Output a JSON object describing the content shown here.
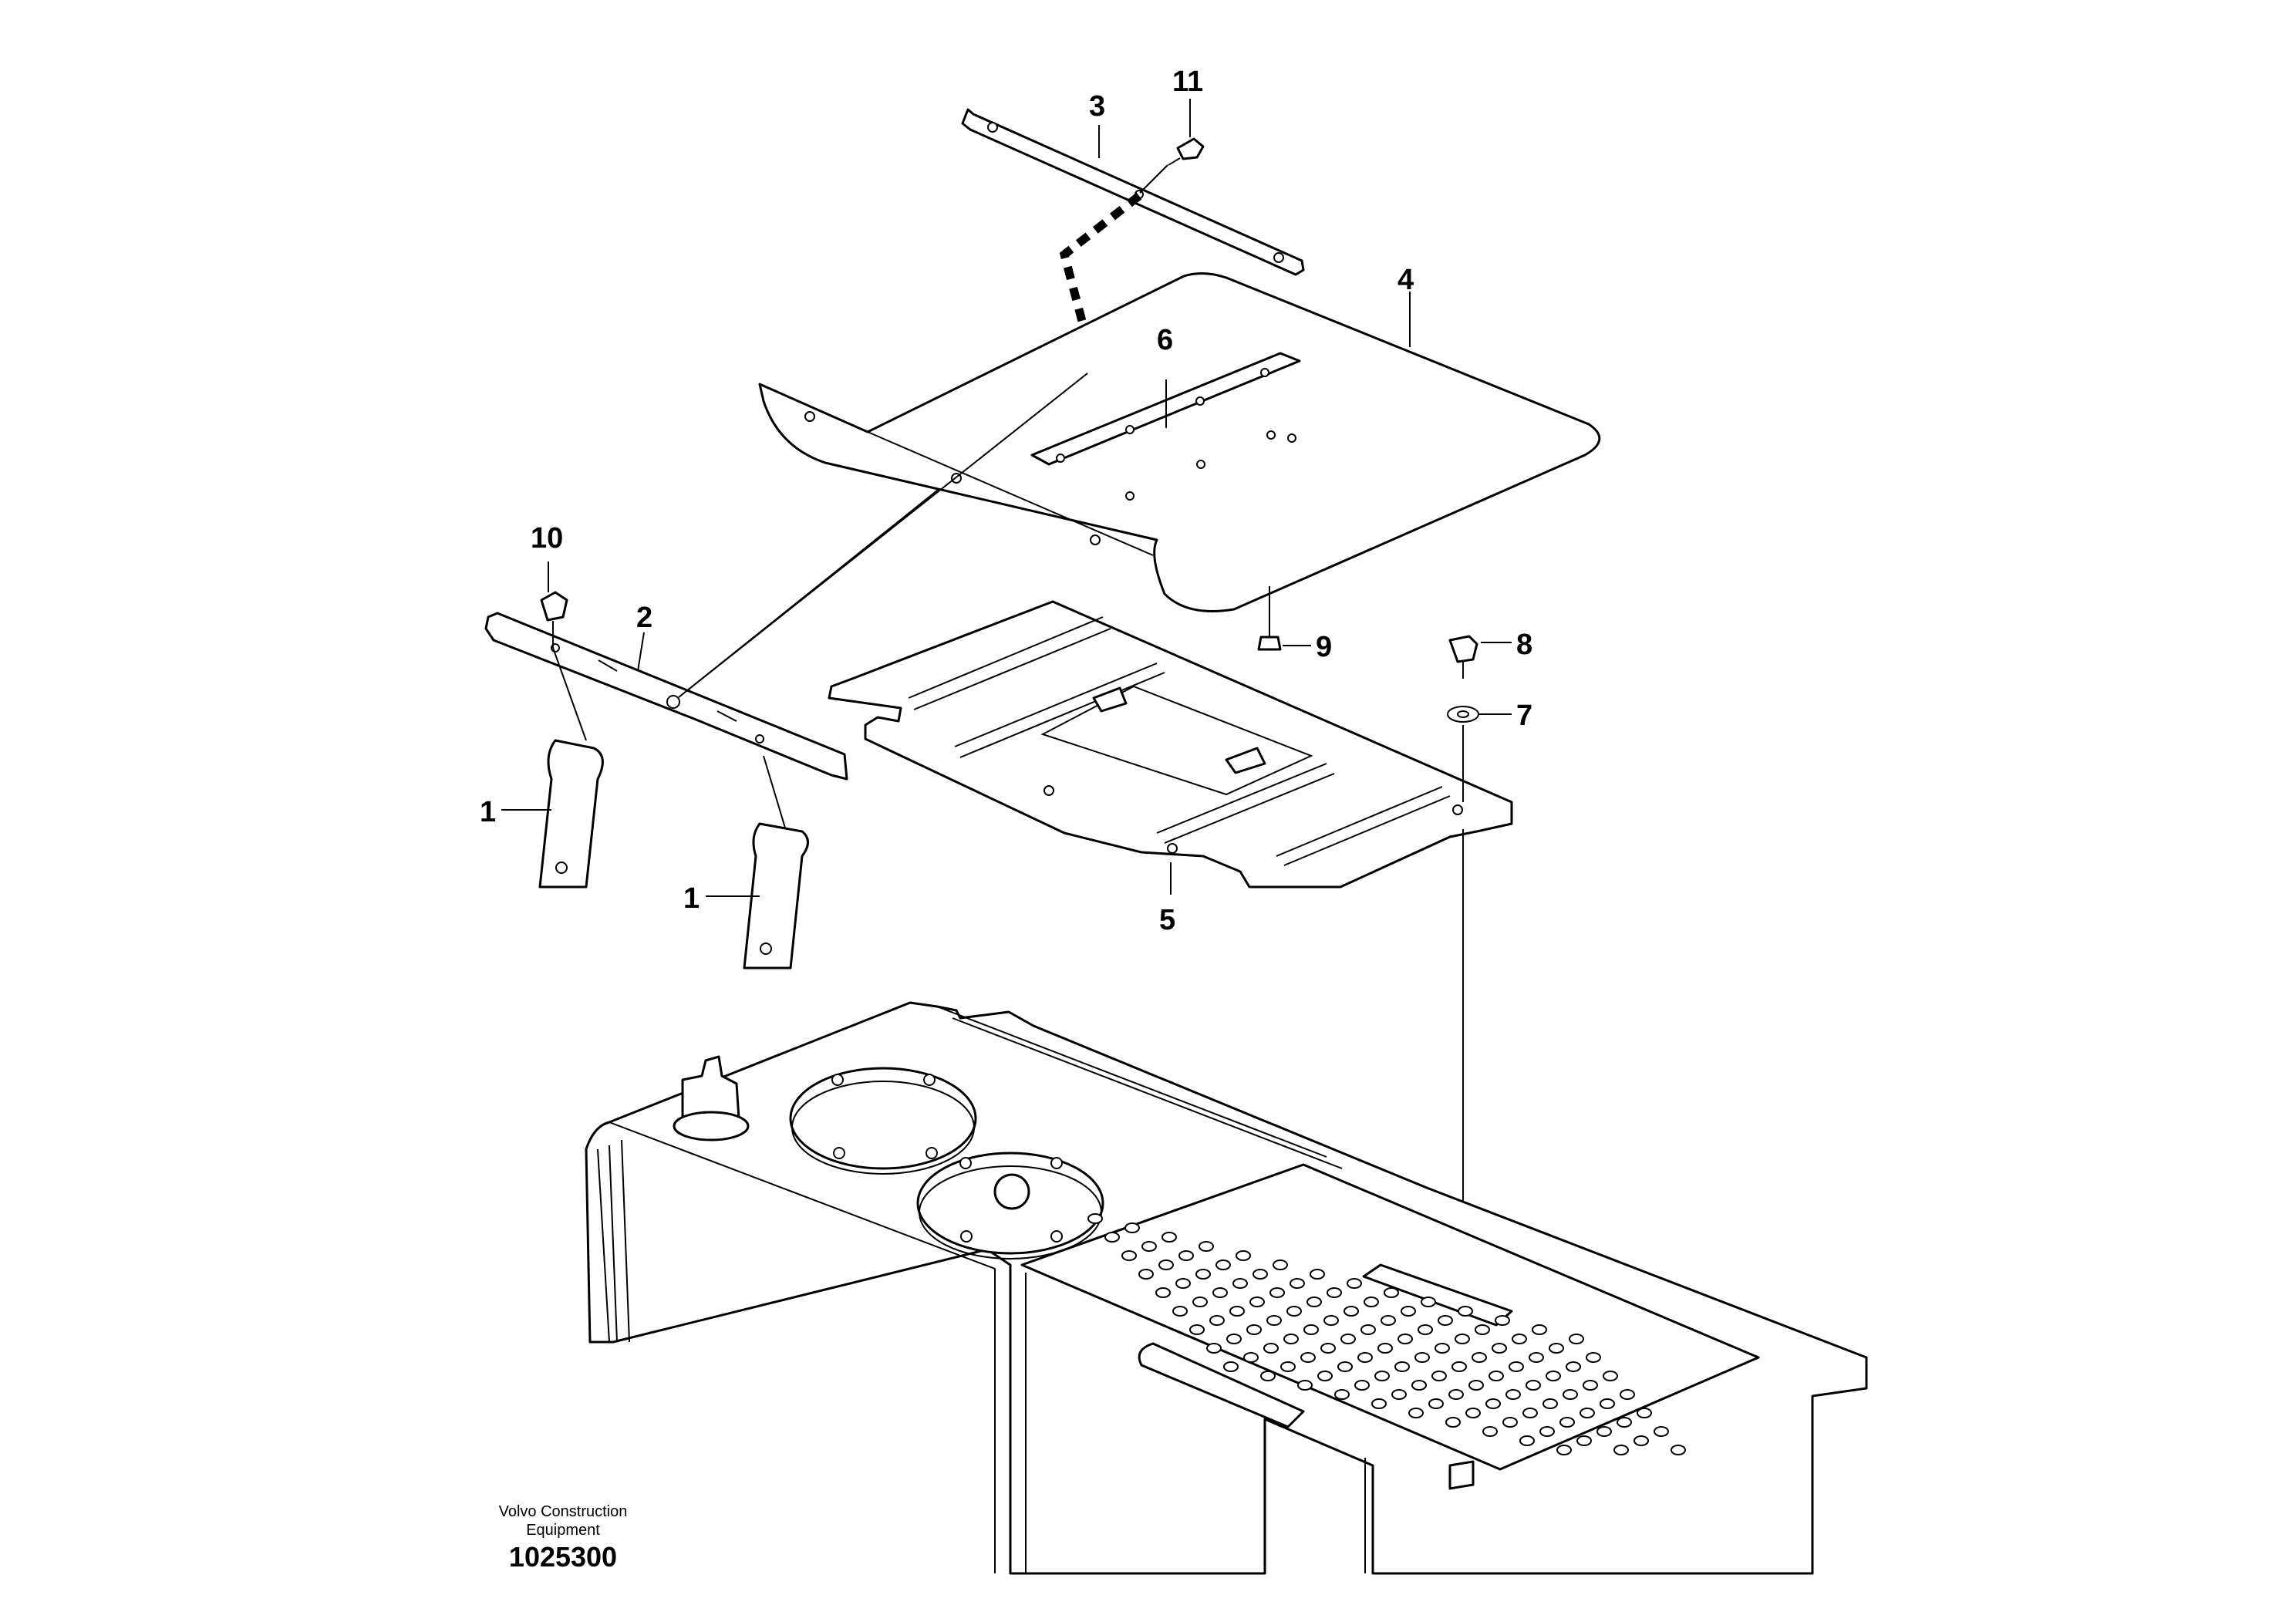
{
  "callouts": [
    {
      "id": "1",
      "label": "1"
    },
    {
      "id": "1b",
      "label": "1"
    },
    {
      "id": "2",
      "label": "2"
    },
    {
      "id": "3",
      "label": "3"
    },
    {
      "id": "4",
      "label": "4"
    },
    {
      "id": "5",
      "label": "5"
    },
    {
      "id": "6",
      "label": "6"
    },
    {
      "id": "7",
      "label": "7"
    },
    {
      "id": "8",
      "label": "8"
    },
    {
      "id": "9",
      "label": "9"
    },
    {
      "id": "10",
      "label": "10"
    },
    {
      "id": "11",
      "label": "11"
    }
  ],
  "footer": {
    "brand_line1": "Volvo Construction",
    "brand_line2": "Equipment",
    "drawing_number": "1025300"
  }
}
